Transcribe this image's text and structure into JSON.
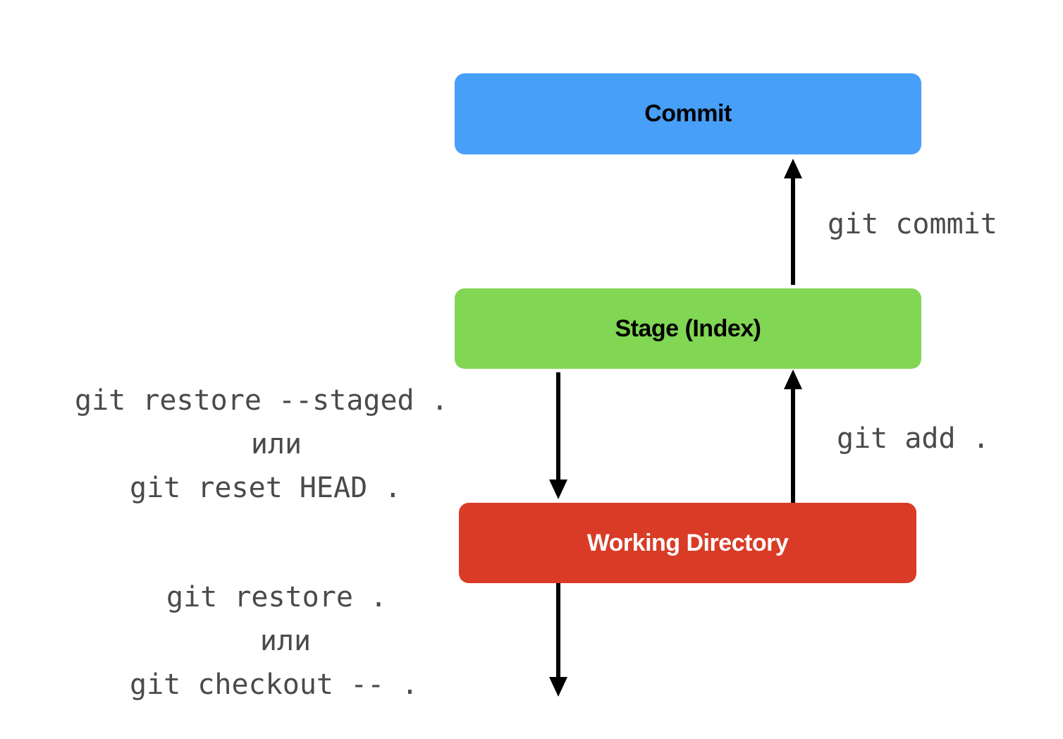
{
  "diagram": {
    "nodes": {
      "commit": {
        "label": "Commit",
        "fill": "#479ff8",
        "text_color": "#000000"
      },
      "stage": {
        "label": "Stage (Index)",
        "fill": "#81d653",
        "text_color": "#000000"
      },
      "working_directory": {
        "label": "Working Directory",
        "fill": "#d93b26",
        "text_color": "#ffffff"
      }
    },
    "edges": [
      {
        "from": "stage",
        "to": "commit",
        "label": "git commit"
      },
      {
        "from": "working_directory",
        "to": "stage",
        "label": "git add ."
      },
      {
        "from": "stage",
        "to": "working_directory",
        "label_lines": [
          "git restore --staged .",
          "или",
          "git reset HEAD ."
        ]
      },
      {
        "from": "working_directory",
        "to": "",
        "label_lines": [
          "git restore .",
          "или",
          "git checkout -- ."
        ]
      }
    ],
    "arrow_color": "#000000"
  }
}
